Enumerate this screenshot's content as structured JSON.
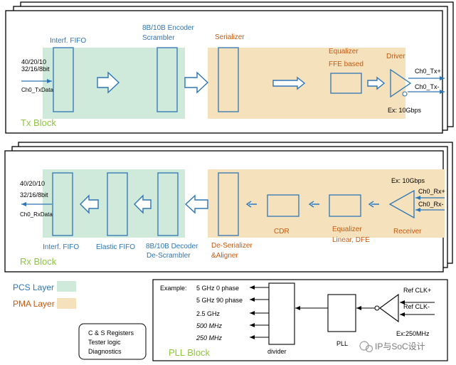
{
  "tx": {
    "block_label": "Tx Block",
    "bus_widths_1": "40/20/10",
    "bus_widths_2": "32/16/8bit",
    "data_label": "Ch0_TxData",
    "fifo_label": "Interf. FIFO",
    "encoder_label_1": "8B/10B Encoder",
    "encoder_label_2": "Scrambler",
    "serializer_label": "Serializer",
    "equalizer_label_1": "Equalizer",
    "equalizer_label_2": "FFE based",
    "driver_label": "Driver",
    "out_pos": "Ch0_Tx+",
    "out_neg": "Ch0_Tx-",
    "speed": "Ex: 10Gbps"
  },
  "rx": {
    "block_label": "Rx Block",
    "bus_widths_1": "40/20/10",
    "bus_widths_2": "32/16/8bit",
    "data_label": "Ch0_RxData",
    "fifo_label": "Interf. FIFO",
    "elastic_label": "Elastic FIFO",
    "decoder_label_1": "8B/10B Decoder",
    "decoder_label_2": "De-Scrambler",
    "deser_label_1": "De-Serializer",
    "deser_label_2": "&Aligner",
    "cdr_label": "CDR",
    "equalizer_label_1": "Equalizer",
    "equalizer_label_2": "Linear, DFE",
    "receiver_label": "Receiver",
    "in_pos": "Ch0_Rx+",
    "in_neg": "Ch0_Rx-",
    "speed": "Ex: 10Gbps"
  },
  "legend": {
    "pcs_label": "PCS Layer",
    "pma_label": "PMA Layer",
    "pcs_color": "#cfeadb",
    "pma_color": "#f6e1bd"
  },
  "registers": {
    "line_1": "C & S Registers",
    "line_2": "Tester logic",
    "line_3": "Diagnostics"
  },
  "pll": {
    "block_label": "PLL Block",
    "example_label": "Example:",
    "outputs": [
      "5 GHz 0  phase",
      "5 GHz 90 phase",
      "2.5 GHz",
      "500 MHz",
      "250 MHz"
    ],
    "divider_label": "divider",
    "pll_label": "PLL",
    "ref_pos": "Ref CLK+",
    "ref_neg": "Ref CLK-",
    "ref_freq": "Ex:250MHz"
  },
  "watermark": "IP与SoC设计"
}
